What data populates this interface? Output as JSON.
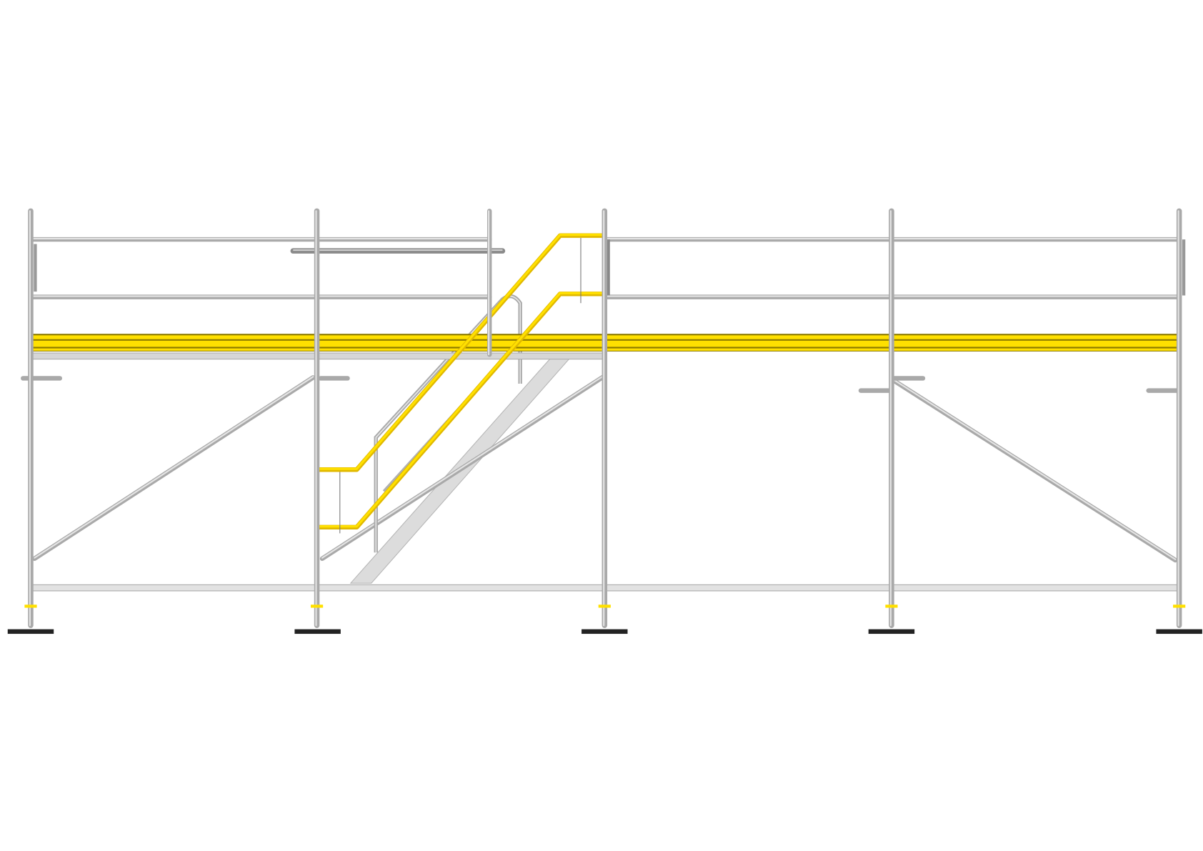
{
  "drawing": {
    "colors": {
      "tube": "#a9a9a9",
      "tube_highlight": "#e4e4e4",
      "safety_yellow": "#ffe000",
      "base_plate": "#222222",
      "background": "#ffffff"
    },
    "icons": [
      "scaffold-frame",
      "stair-flight",
      "handrail",
      "base-jack"
    ]
  }
}
